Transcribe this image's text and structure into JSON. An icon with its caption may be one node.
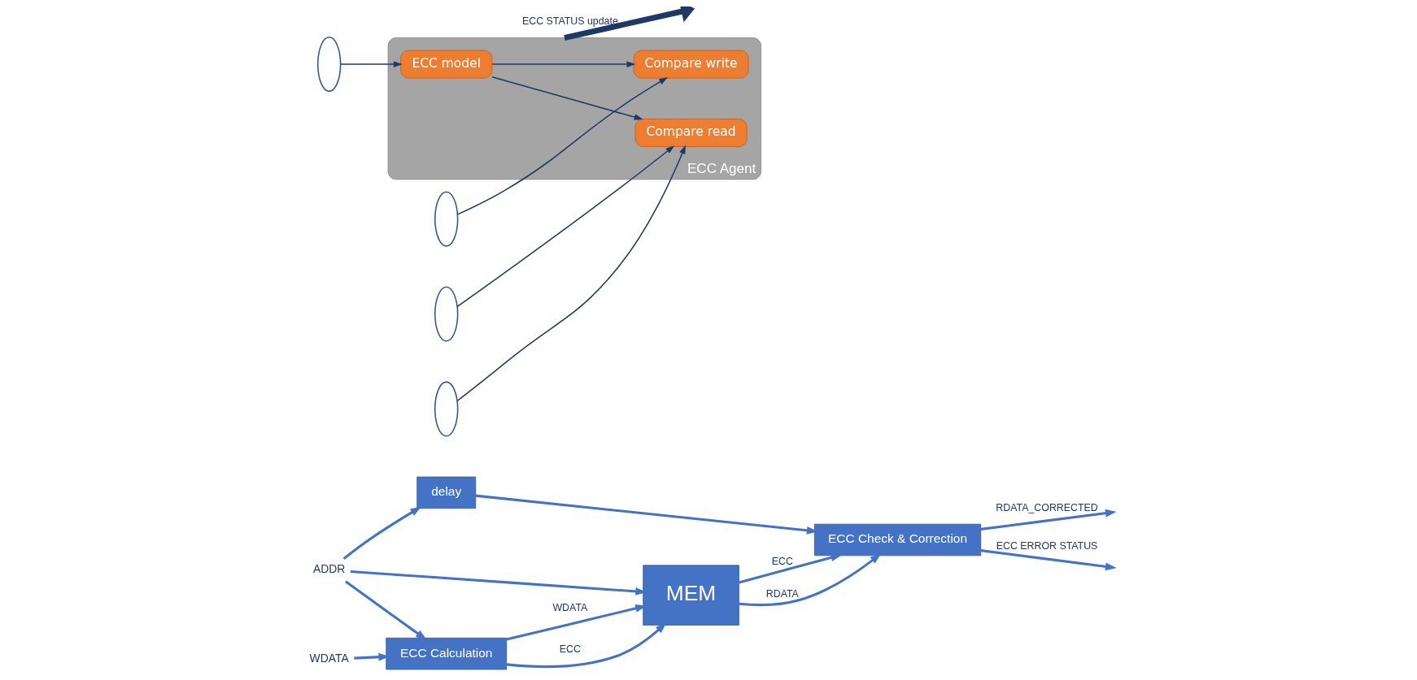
{
  "diagram": {
    "nodes": [
      {
        "text": [
          "ADDR"
        ]
      },
      {
        "text": [
          "WDATA"
        ]
      },
      {
        "text": [
          "delay"
        ]
      },
      {
        "text": [
          "ECC Calculation"
        ]
      },
      {
        "text": [
          "MEM"
        ]
      },
      {
        "text": [
          "ECC Check & Correction"
        ]
      },
      {
        "text": [],
        "shape": "ellipse"
      },
      {
        "text": [],
        "shape": "ellipse"
      },
      {
        "text": [],
        "shape": "ellipse"
      },
      {
        "text": [],
        "shape": "ellipse"
      },
      {
        "text": [
          "ECC Agent"
        ]
      },
      {
        "text": [
          "ECC model"
        ],
        "in": 10
      },
      {
        "text": [
          "Compare write"
        ],
        "in": 10
      },
      {
        "text": [
          "Compare read"
        ],
        "in": 10
      }
    ],
    "edges": [
      {
        "from": 0,
        "to": 3,
        "arrow": "to"
      },
      {
        "from": 0,
        "to": 2,
        "arrow": "to"
      },
      {
        "from": 0,
        "to": 4,
        "arrow": "to"
      },
      {
        "from": 1,
        "to": 3,
        "arrow": "to"
      },
      {
        "from": 3,
        "to": 4,
        "arrow": "to",
        "label": "WDATA"
      },
      {
        "from": 3,
        "to": 4,
        "arrow": "to",
        "label": "ECC"
      },
      {
        "from": 2,
        "to": 5,
        "arrow": "to"
      },
      {
        "from": 4,
        "to": 5,
        "arrow": "to",
        "label": "RDATA"
      },
      {
        "from": 4,
        "to": 5,
        "arrow": "to",
        "label": "ECC"
      },
      {
        "from": 5,
        "to": null,
        "arrow": "to",
        "label": "RDATA_CORRECTED"
      },
      {
        "from": 5,
        "to": null,
        "arrow": "to",
        "label": "ECC ERROR STATUS"
      },
      {
        "from": 6,
        "to": 11,
        "arrow": "to",
        "color": "#203864"
      },
      {
        "from": 7,
        "to": 12,
        "arrow": "to",
        "color": "#203864"
      },
      {
        "from": 8,
        "to": 13,
        "arrow": "to",
        "color": "#203864"
      },
      {
        "from": 9,
        "to": 13,
        "arrow": "to",
        "color": "#203864"
      },
      {
        "from": 11,
        "to": 12,
        "arrow": "to",
        "color": "#203864"
      },
      {
        "from": 11,
        "to": 13,
        "arrow": "to",
        "color": "#203864"
      },
      {
        "from": 10,
        "to": null,
        "arrow": "to",
        "label": "ECC STATUS update",
        "style": "thick",
        "color": "#203864"
      }
    ]
  }
}
